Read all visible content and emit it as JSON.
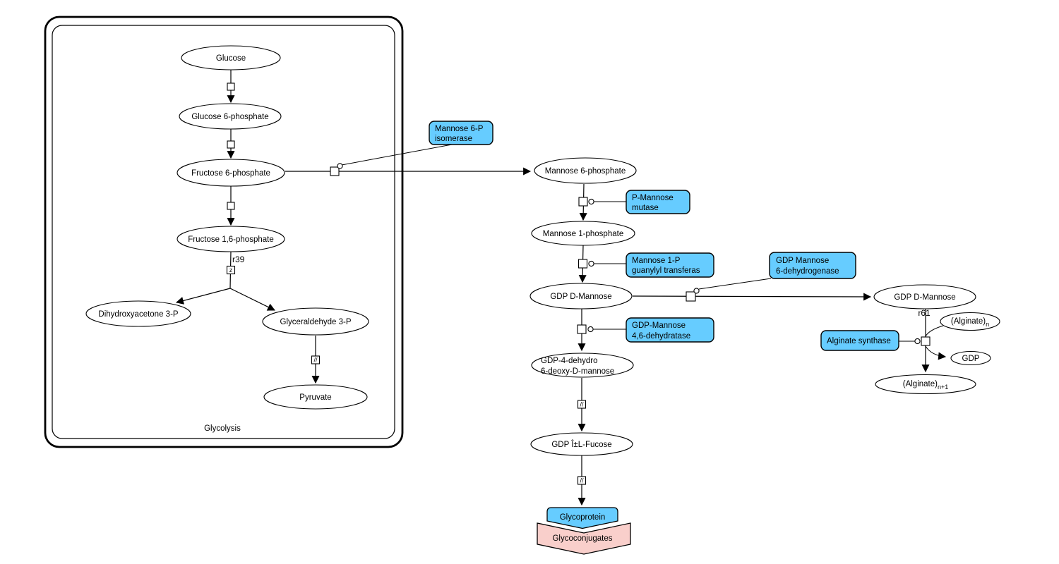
{
  "compartment": {
    "label": "Glycolysis"
  },
  "species": {
    "glucose": "Glucose",
    "glucose_6_phosphate": "Glucose 6-phosphate",
    "fructose_6_phosphate": "Fructose 6-phosphate",
    "fructose_1_6_phosphate": "Fructose 1,6-phosphate",
    "dihydroxyacetone_3_p": "Dihydroxyacetone 3-P",
    "glyceraldehyde_3_p": "Glyceraldehyde 3-P",
    "pyruvate": "Pyruvate",
    "mannose_6_phosphate": "Mannose 6-phosphate",
    "mannose_1_phosphate": "Mannose 1-phosphate",
    "gdp_d_mannose": "GDP D-Mannose",
    "gdp_4_dehydro_line1": "GDP-4-dehydro",
    "gdp_4_dehydro_line2": "6-deoxy-D-mannose",
    "gdp_al_fucose": "GDP Î±L-Fucose",
    "gdp_d_mannose_2": "GDP D-Mannose",
    "alginate_n_main": "(Alginate)",
    "alginate_n_sub": "n",
    "gdp": "GDP",
    "alginate_n1_main": "(Alginate)",
    "alginate_n1_sub": "n+1",
    "glycoprotein": "Glycoprotein",
    "glycoconjugates": "Glycoconjugates"
  },
  "enzymes": {
    "mannose_6p_isomerase_line1": "Mannose 6-P",
    "mannose_6p_isomerase_line2": "isomerase",
    "p_mannose_mutase_line1": "P-Mannose",
    "p_mannose_mutase_line2": "mutase",
    "mannose_1p_guanylyl_line1": "Mannose 1-P",
    "mannose_1p_guanylyl_line2": "guanylyl transferas",
    "gdp_mannose_dehydrogenase_line1": "GDP Mannose",
    "gdp_mannose_dehydrogenase_line2": "6-dehydrogenase",
    "gdp_mannose_dehydratase_line1": "GDP-Mannose",
    "gdp_mannose_dehydratase_line2": "4,6-dehydratase",
    "alginate_synthase": "Alginate synthase"
  },
  "reactions": {
    "r39": "r39",
    "r61": "r61",
    "omitted_glyph": "//",
    "truncated_glyph": "z"
  },
  "colors": {
    "enzyme_fill": "#66CCFF",
    "glycoprotein_fill": "#66CCFF",
    "conjugate_fill": "#F9CFCB"
  }
}
